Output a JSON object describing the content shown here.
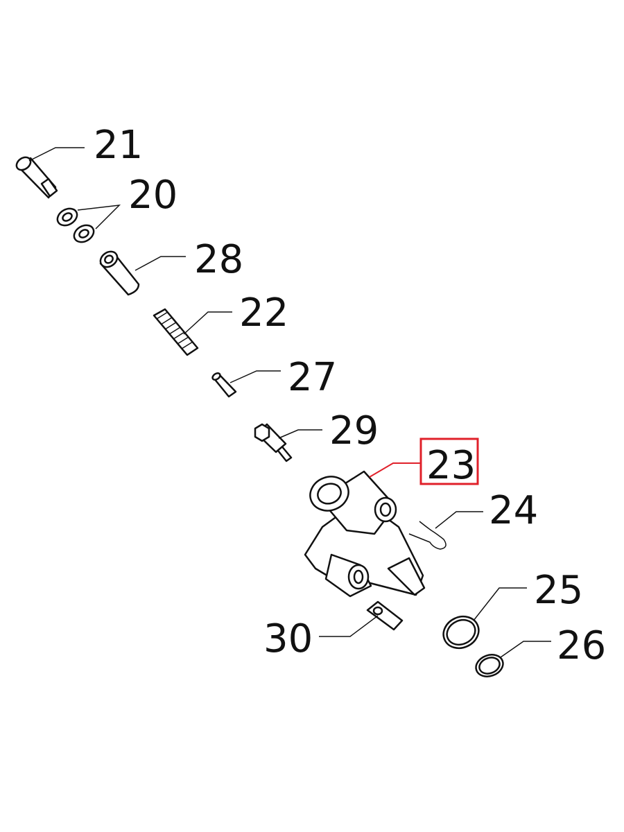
{
  "diagram": {
    "type": "exploded-parts-diagram",
    "highlight_color": "#e0202a",
    "highlighted_part": "23",
    "parts": [
      {
        "id": "21",
        "label": "21"
      },
      {
        "id": "20",
        "label": "20"
      },
      {
        "id": "28",
        "label": "28"
      },
      {
        "id": "22",
        "label": "22"
      },
      {
        "id": "27",
        "label": "27"
      },
      {
        "id": "29",
        "label": "29"
      },
      {
        "id": "23",
        "label": "23"
      },
      {
        "id": "24",
        "label": "24"
      },
      {
        "id": "25",
        "label": "25"
      },
      {
        "id": "30",
        "label": "30"
      },
      {
        "id": "26",
        "label": "26"
      }
    ]
  }
}
